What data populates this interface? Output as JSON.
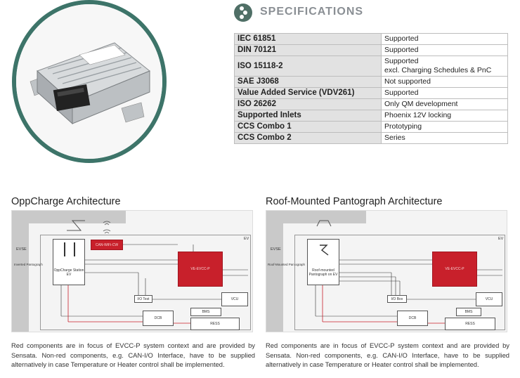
{
  "specifications": {
    "title": "SPECIFICATIONS",
    "rows": [
      {
        "key": "IEC 61851",
        "value": "Supported"
      },
      {
        "key": "DIN 70121",
        "value": "Supported"
      },
      {
        "key": "ISO 15118-2",
        "value": "Supported",
        "value2": "excl. Charging Schedules & PnC"
      },
      {
        "key": "SAE J3068",
        "value": "Not supported"
      },
      {
        "key": "Value Added Service (VDV261)",
        "value": "Supported"
      },
      {
        "key": "ISO 26262",
        "value": "Only QM development"
      },
      {
        "key": "Supported Inlets",
        "value": "Phoenix 12V locking"
      },
      {
        "key": "CCS Combo 1",
        "value": "Prototyping"
      },
      {
        "key": "CCS Combo 2",
        "value": "Series"
      }
    ]
  },
  "left_diagram": {
    "title": "OppCharge Architecture",
    "caption": "Red components are in focus of EVCC-P system context and are provided by Sensata. Non-red components, e.g. CAN-I/O Interface, have to be supplied alternatively in case Temperature or Heater control shall be implemented.",
    "labels": {
      "evse": "EVSE",
      "evse_sub": "Inverted Pantograph",
      "ev": "EV",
      "pantograph": "OppCharge Station EV",
      "wifi_module": "CAN-WiFi-CW",
      "evcc": "VE-EVCC-P",
      "io": "I/O Test",
      "vcu": "VCU",
      "bms": "BMS",
      "dcb": "DCB",
      "ress": "RESS"
    }
  },
  "right_diagram": {
    "title": "Roof-Mounted Pantograph Architecture",
    "caption": "Red components are in focus of EVCC-P system context and are provided by Sensata. Non-red components, e.g. CAN-I/O Interface, have to be supplied alternatively in case Temperature or Heater control shall be implemented.",
    "labels": {
      "evse": "EVSE",
      "evse_sub": "Roof-Mounted Pantograph",
      "ev": "EV",
      "pantograph": "Roof-mounted Pantograph on EV",
      "evcc": "VE-EVCC-P",
      "io": "I/O Box",
      "vcu": "VCU",
      "bms": "BMS",
      "dcb": "DCB",
      "ress": "RESS"
    }
  }
}
